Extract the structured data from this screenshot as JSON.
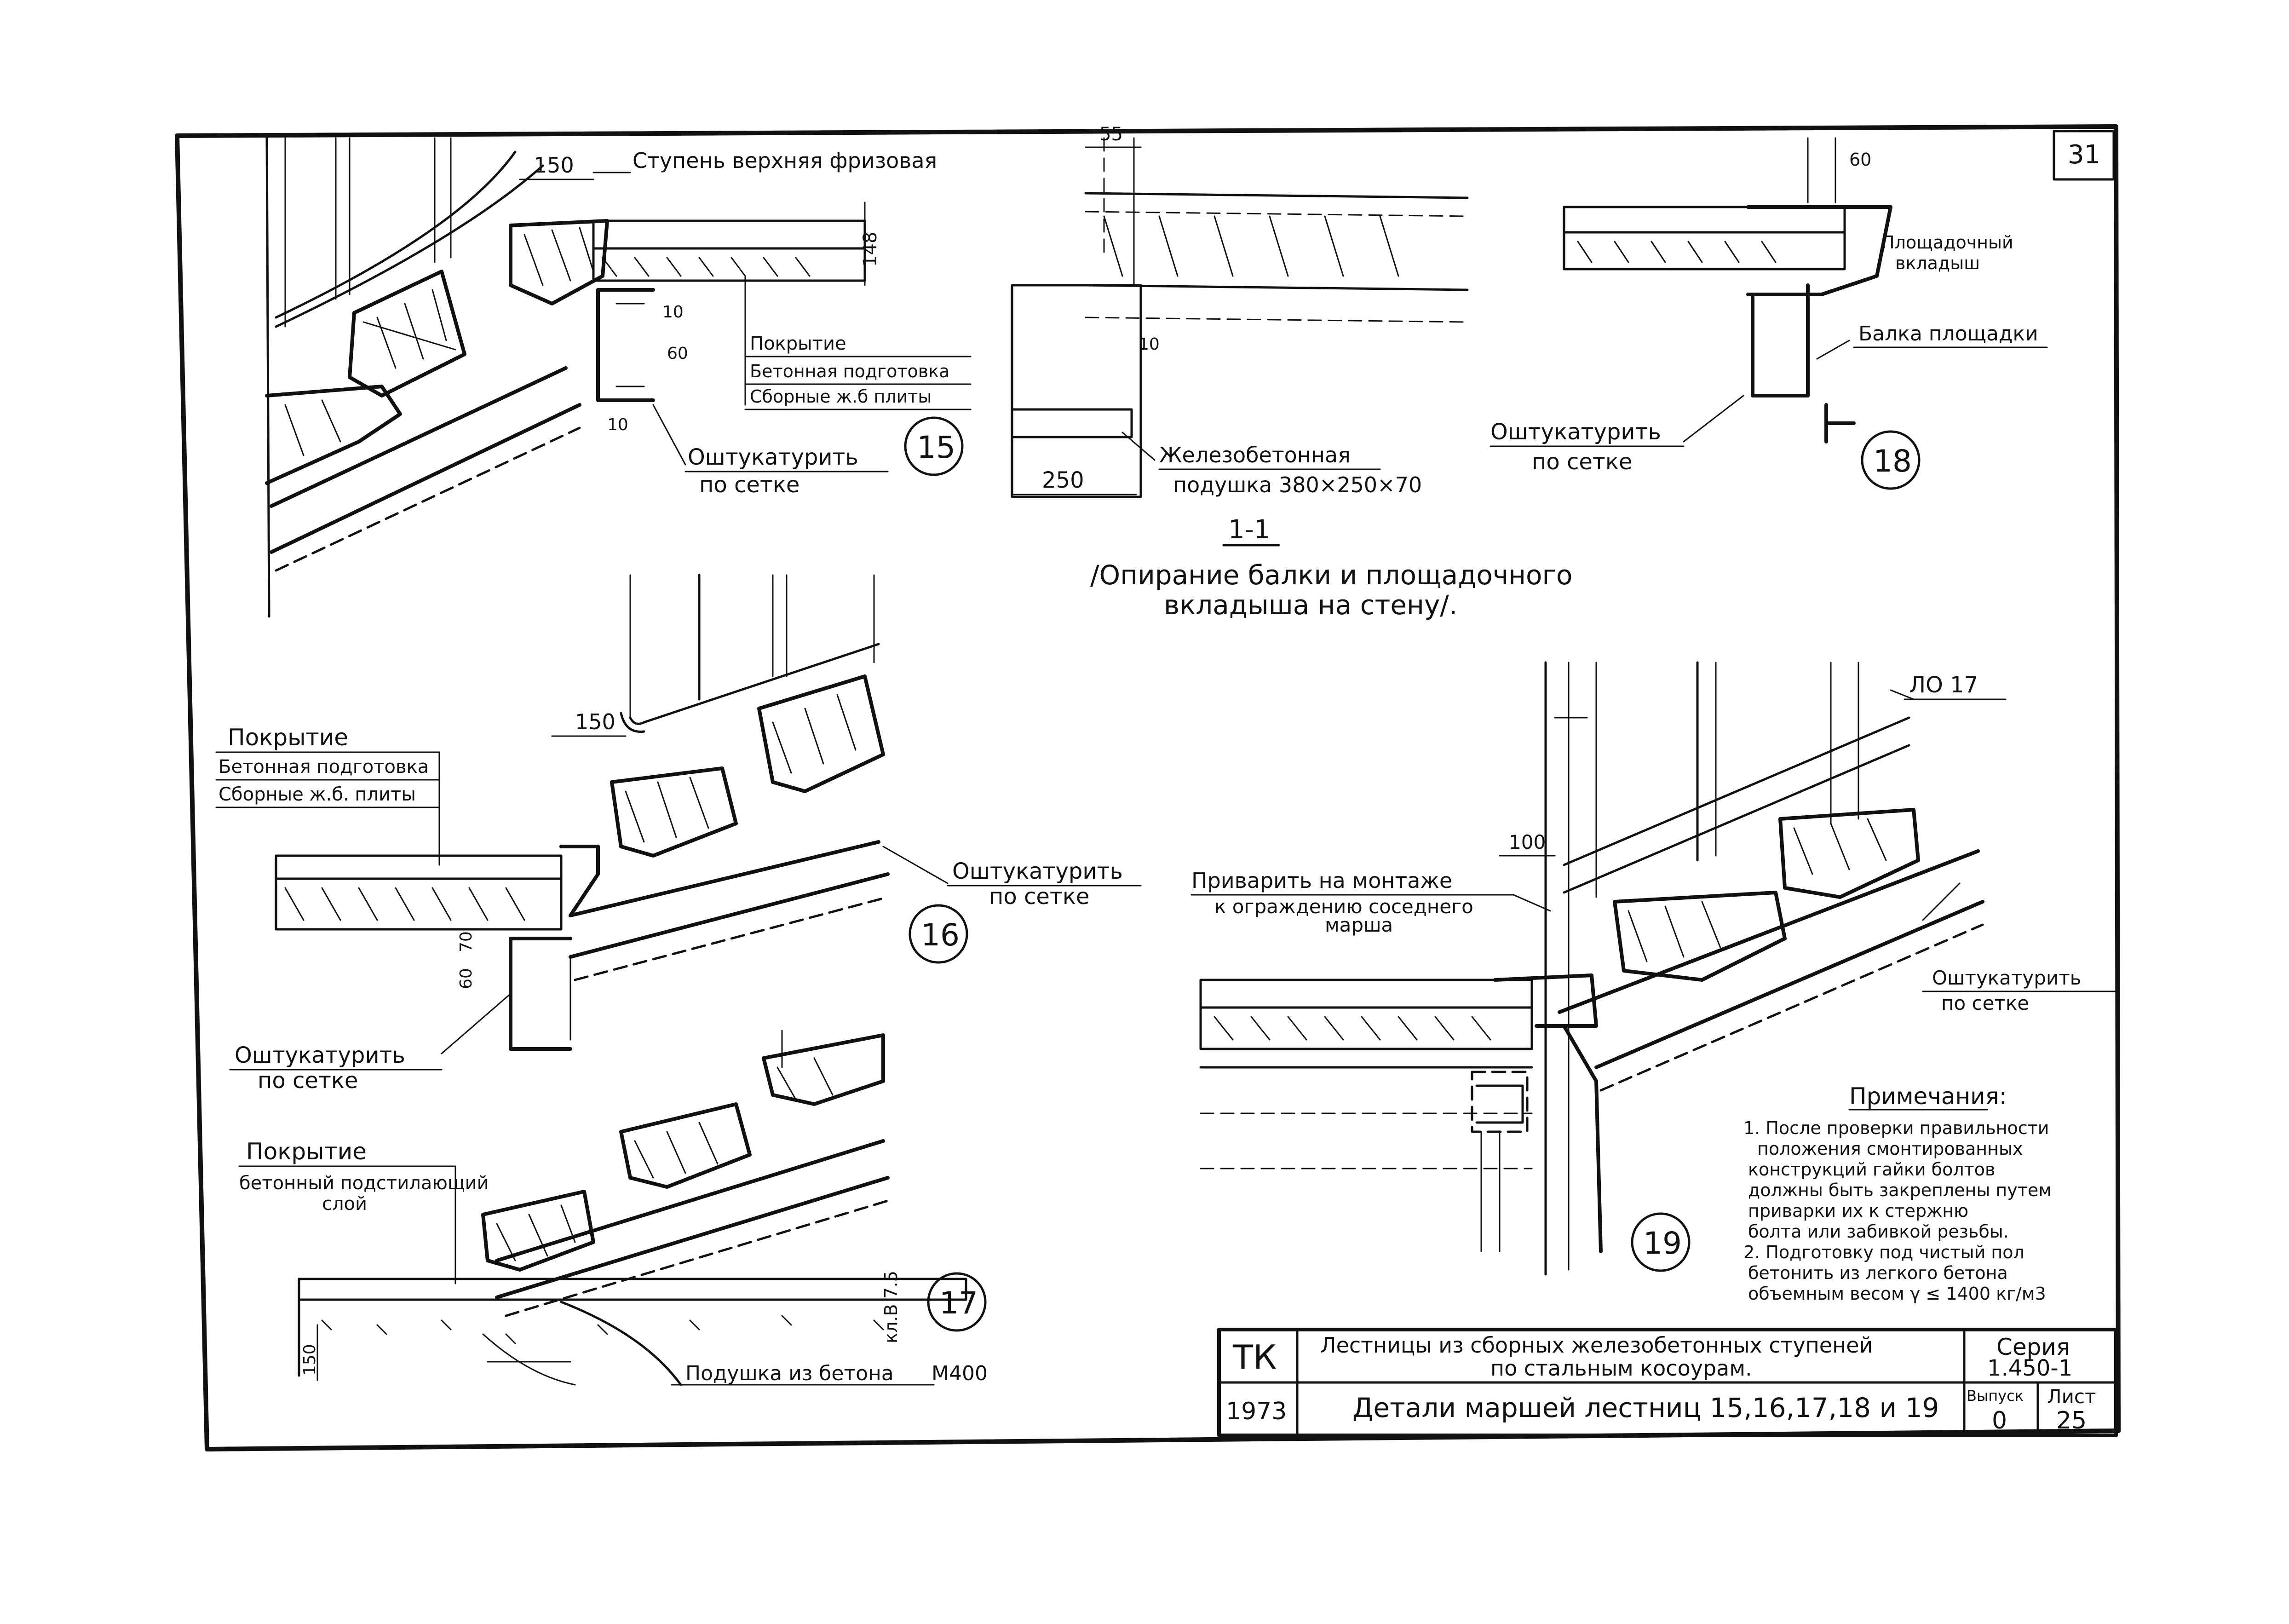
{
  "sheet": {
    "sheet_number": "31",
    "section_mark": "1-1",
    "section_title_line1": "/Опирание балки и площадочного",
    "section_title_line2": "вкладыша на стену/."
  },
  "detail15": {
    "callout": "15",
    "dim_150": "150",
    "dim_148": "148",
    "dim_10": "10",
    "dim_60": "60",
    "dim_10b": "10",
    "top_step": "Ступень верхняя фризовая",
    "layer1": "Покрытие",
    "layer2": "Бетонная подготовка",
    "layer3": "Сборные ж.б плиты",
    "plaster1": "Оштукатурить",
    "plaster2": "по сетке"
  },
  "detail11": {
    "dim_55": "55",
    "dim_10": "10",
    "dim_250": "250",
    "pad1": "Железобетонная",
    "pad2": "подушка 380×250×70"
  },
  "detail18": {
    "callout": "18",
    "dim_60": "60",
    "insert1": "Площадочный",
    "insert2": "вкладыш",
    "beam": "Балка площадки",
    "plaster1": "Оштукатурить",
    "plaster2": "по сетке"
  },
  "detail16": {
    "callout": "16",
    "dim_150": "150",
    "dim_60": "60",
    "dim_70": "70",
    "layer1": "Покрытие",
    "layer2": "Бетонная подготовка",
    "layer3": "Сборные ж.б. плиты",
    "plaster_right1": "Оштукатурить",
    "plaster_right2": "по сетке",
    "plaster_left1": "Оштукатурить",
    "plaster_left2": "по сетке"
  },
  "detail17": {
    "callout": "17",
    "layer1": "Покрытие",
    "layer2a": "бетонный подстилающий",
    "layer2b": "слой",
    "dim_150": "150",
    "grade": "кл.В 7.5",
    "pad": "Подушка из бетона",
    "pad_grade": "М400"
  },
  "detail19": {
    "callout": "19",
    "mark": "ЛО 17",
    "dim_100": "100",
    "weld1": "Приварить на монтаже",
    "weld2": "к ограждению соседнего",
    "weld3": "марша",
    "plaster1": "Оштукатурить",
    "plaster2": "по сетке"
  },
  "notes": {
    "title": "Примечания:",
    "lines": [
      "1. После проверки правильности",
      "положения смонтированных",
      "конструкций гайки болтов",
      "должны быть закреплены путем",
      "приварки их к стержню",
      "болта или забивкой резьбы.",
      "2. Подготовку под чистый пол",
      "бетонить из легкого бетона",
      "объемным весом γ ≤ 1400 кг/м3"
    ]
  },
  "title_block": {
    "org": "ТК",
    "year": "1973",
    "title1": "Лестницы из сборных железобетонных ступеней",
    "title2": "по стальным косоурам.",
    "subtitle": "Детали маршей лестниц 15,16,17,18 и 19",
    "series_label": "Серия",
    "series_value": "1.450-1",
    "issue_label": "Выпуск",
    "issue_value": "0",
    "sheet_label": "Лист",
    "sheet_value": "25"
  }
}
